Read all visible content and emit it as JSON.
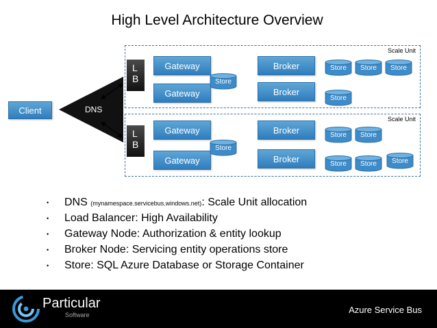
{
  "title": "High Level Architecture Overview",
  "client": {
    "label": "Client"
  },
  "dns": {
    "label": "DNS"
  },
  "scale_units": [
    {
      "label": "Scale Unit",
      "lb_label": "L\nB",
      "gateways": [
        "Gateway",
        "Gateway"
      ],
      "gateway_store": "Store",
      "brokers": [
        "Broker",
        "Broker"
      ],
      "stores": [
        "Store",
        "Store",
        "Store",
        "Store"
      ]
    },
    {
      "label": "Scale Unit",
      "lb_label": "L\nB",
      "gateways": [
        "Gateway",
        "Gateway"
      ],
      "gateway_store": "Store",
      "brokers": [
        "Broker",
        "Broker"
      ],
      "stores": [
        "Store",
        "Store",
        "Store",
        "Store",
        "Store"
      ]
    }
  ],
  "bullets": [
    {
      "lead": "DNS ",
      "small": "(mynamespace.servicebus.windows.net)",
      "rest": ": Scale Unit allocation"
    },
    {
      "lead": "Load Balancer: High Availability",
      "small": "",
      "rest": ""
    },
    {
      "lead": "Gateway Node: Authorization & entity lookup",
      "small": "",
      "rest": ""
    },
    {
      "lead": "Broker Node: Servicing entity operations store",
      "small": "",
      "rest": ""
    },
    {
      "lead": "Store: SQL Azure Database or Storage Container",
      "small": "",
      "rest": ""
    }
  ],
  "bullet_char": "•",
  "footer": {
    "brand_name": "Particular",
    "brand_sub": "Software",
    "right_text": "Azure Service Bus"
  },
  "colors": {
    "box_blue": "#3d8bc9",
    "lb_dark": "#222222",
    "scale_border": "#3a6ea5",
    "footer_bg": "#000000"
  }
}
